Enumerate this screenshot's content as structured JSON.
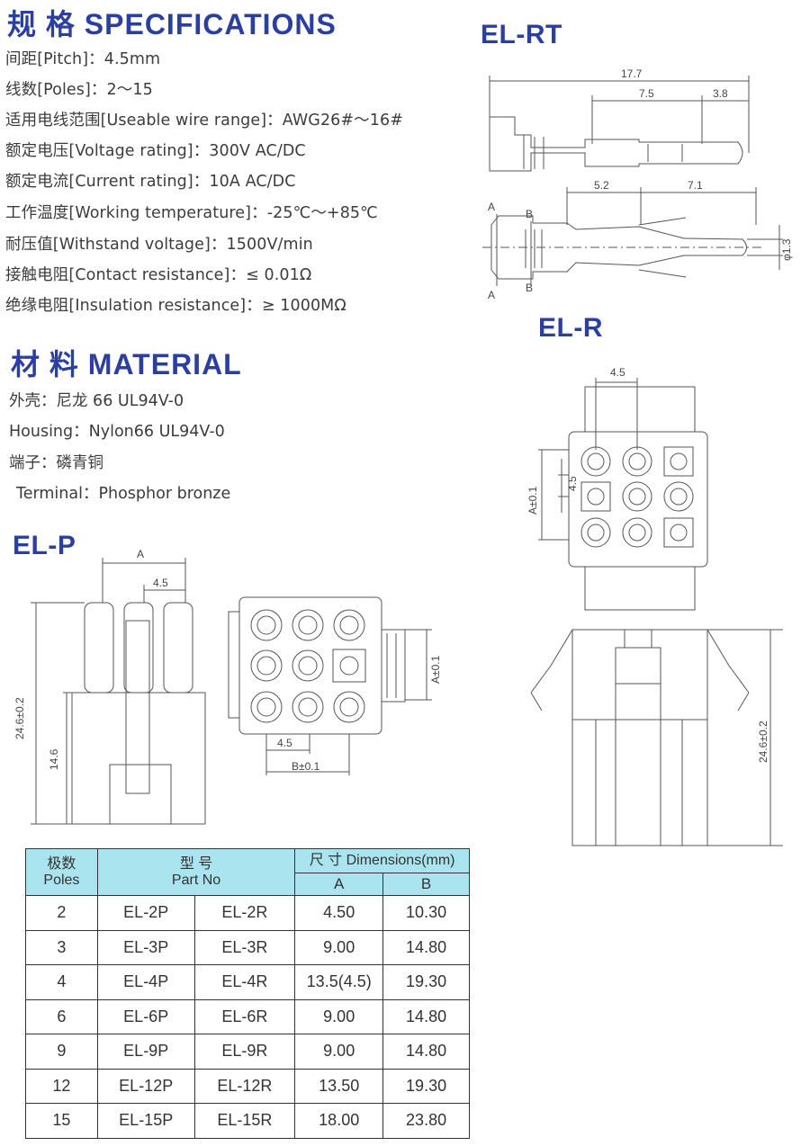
{
  "specifications": {
    "title": "规 格 SPECIFICATIONS",
    "lines": [
      "间距[Pitch]：4.5mm",
      "线数[Poles]：2～15",
      "适用电线范围[Useable wire range]：AWG26#～16#",
      "额定电压[Voltage rating]：300V AC/DC",
      "额定电流[Current rating]：10A  AC/DC",
      "工作温度[Working temperature]：-25℃～+85℃",
      "耐压值[Withstand voltage]：1500V/min",
      "接触电阻[Contact resistance]：≤ 0.01Ω",
      "绝缘电阻[Insulation resistance]：≥ 1000MΩ"
    ]
  },
  "material": {
    "title": "材 料 MATERIAL",
    "lines": [
      "外壳：尼龙 66 UL94V-0",
      "Housing：Nylon66 UL94V-0",
      "端子：磷青铜",
      "Terminal：Phosphor bronze"
    ]
  },
  "el_rt": {
    "title": "EL-RT",
    "dim_total": "17.7",
    "dim_mid": "7.5",
    "dim_tip": "3.8",
    "dim_left": "5.2",
    "dim_right": "7.1",
    "dim_dia": "φ1.3",
    "label_a": "A",
    "label_b": "B"
  },
  "el_r": {
    "title": "EL-R",
    "dim_pitch": "4.5",
    "dim_pitch_v": "4.5",
    "dim_a": "A±0.1",
    "dim_height": "24.6±0.2"
  },
  "el_p": {
    "title": "EL-P",
    "dim_a": "A",
    "dim_pitch": "4.5",
    "dim_height": "24.6±0.2",
    "dim_lower": "14.6",
    "dim_a_v": "A±0.1",
    "dim_pitch_bottom": "4.5",
    "dim_b": "B±0.1"
  },
  "table": {
    "header_poles": [
      "极数",
      "Poles"
    ],
    "header_part": [
      "型 号",
      "Part No"
    ],
    "header_dim": "尺 寸 Dimensions(mm)",
    "header_a": "A",
    "header_b": "B",
    "rows": [
      {
        "poles": "2",
        "p": "EL-2P",
        "r": "EL-2R",
        "a": "4.50",
        "b": "10.30"
      },
      {
        "poles": "3",
        "p": "EL-3P",
        "r": "EL-3R",
        "a": "9.00",
        "b": "14.80"
      },
      {
        "poles": "4",
        "p": "EL-4P",
        "r": "EL-4R",
        "a": "13.5(4.5)",
        "b": "19.30"
      },
      {
        "poles": "6",
        "p": "EL-6P",
        "r": "EL-6R",
        "a": "9.00",
        "b": "14.80"
      },
      {
        "poles": "9",
        "p": "EL-9P",
        "r": "EL-9R",
        "a": "9.00",
        "b": "14.80"
      },
      {
        "poles": "12",
        "p": "EL-12P",
        "r": "EL-12R",
        "a": "13.50",
        "b": "19.30"
      },
      {
        "poles": "15",
        "p": "EL-15P",
        "r": "EL-15R",
        "a": "18.00",
        "b": "23.80"
      }
    ]
  }
}
